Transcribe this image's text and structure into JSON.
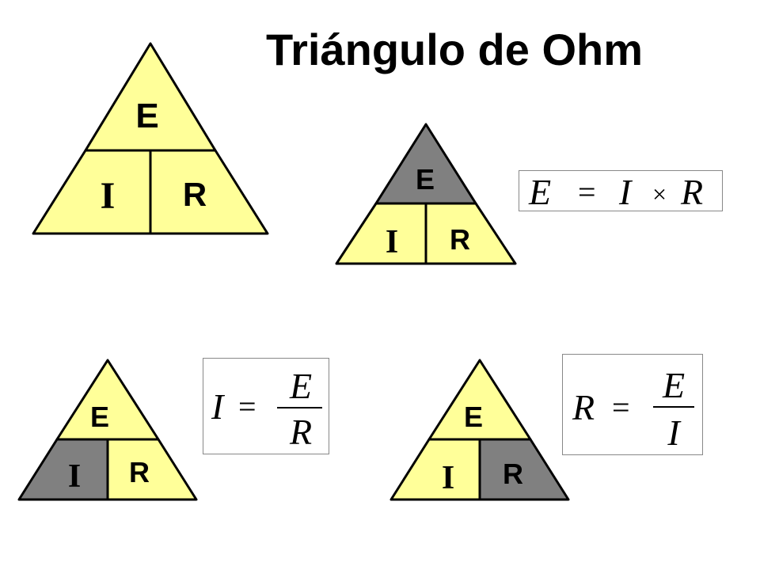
{
  "title": "Triángulo de Ohm",
  "colors": {
    "fill": "#ffff99",
    "highlight": "#808080",
    "stroke": "#000000"
  },
  "triangles": {
    "main": {
      "top": "E",
      "left": "I",
      "right": "R",
      "highlight": "none"
    },
    "e": {
      "top": "E",
      "left": "I",
      "right": "R",
      "highlight": "top"
    },
    "i": {
      "top": "E",
      "left": "I",
      "right": "R",
      "highlight": "left"
    },
    "r": {
      "top": "E",
      "left": "I",
      "right": "R",
      "highlight": "right"
    }
  },
  "formulas": {
    "e": {
      "lhs": "E",
      "eq": "=",
      "a": "I",
      "op": "×",
      "b": "R"
    },
    "i": {
      "lhs": "I",
      "eq": "=",
      "num": "E",
      "den": "R"
    },
    "r": {
      "lhs": "R",
      "eq": "=",
      "num": "E",
      "den": "I"
    }
  }
}
